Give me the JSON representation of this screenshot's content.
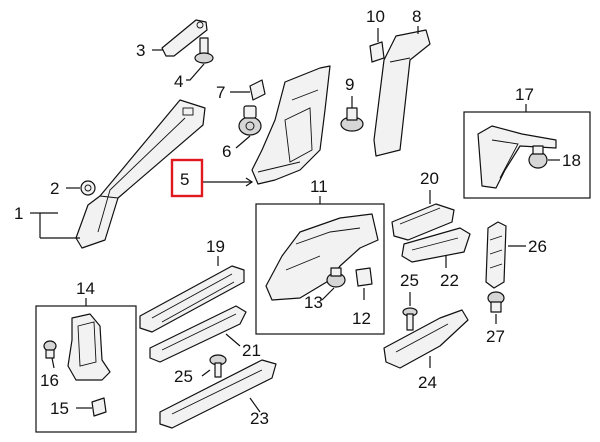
{
  "callouts": {
    "c1": "1",
    "c2": "2",
    "c3": "3",
    "c4": "4",
    "c5": "5",
    "c6": "6",
    "c7": "7",
    "c8": "8",
    "c9": "9",
    "c10": "10",
    "c11": "11",
    "c12": "12",
    "c13": "13",
    "c14": "14",
    "c15": "15",
    "c16": "16",
    "c17": "17",
    "c18": "18",
    "c19": "19",
    "c20": "20",
    "c21": "21",
    "c22": "22",
    "c23": "23",
    "c24": "24",
    "c25a": "25",
    "c25b": "25",
    "c26": "26",
    "c27": "27"
  },
  "highlight": {
    "color": "#e0191e",
    "callout": "5"
  }
}
